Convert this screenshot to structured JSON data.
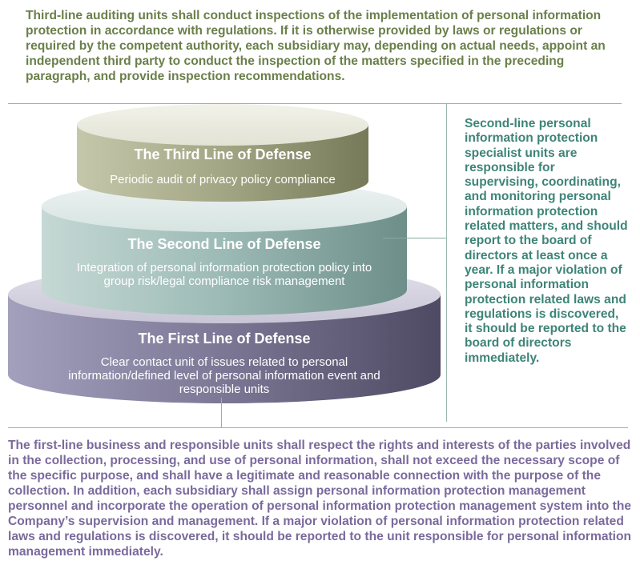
{
  "top_paragraph": "Third-line auditing units shall conduct inspections of the implementation of personal information protection in accordance with regulations. If it is otherwise provided by laws or regulations or required by the competent authority, each subsidiary may, depending on actual needs, appoint an independent third party to conduct the inspection of the matters specified in the preceding paragraph, and provide inspection recommendations.",
  "tiers": {
    "third": {
      "title": "The Third Line of Defense",
      "description": "Periodic audit of privacy policy compliance",
      "color": "#a3a684"
    },
    "second": {
      "title": "The Second Line of Defense",
      "description": "Integration of personal information protection policy into group risk/legal compliance risk management",
      "color": "#9cbab5"
    },
    "first": {
      "title": "The First Line of Defense",
      "description": "Clear contact unit of issues related to personal information/defined level of personal information event and responsible units",
      "color": "#8e8aab"
    }
  },
  "right_paragraph": "Second-line personal information protection specialist units are responsible for supervising, coordinating, and monitoring personal information protection related matters, and should report to the board of directors at least once a year. If a major violation of personal information protection related laws and regulations is discovered, it should be reported to the board of directors immediately.",
  "bottom_paragraph": "The first-line business and responsible units shall respect the rights and interests of the parties involved in the collection, processing, and use of personal information, shall not exceed the necessary scope of the specific purpose, and shall have a legitimate and reasonable connection with the purpose of the collection. In addition, each subsidiary shall assign personal information protection management personnel and incorporate the operation of personal information protection management system into the Company’s supervision and management. If a major violation of personal information protection related laws and regulations is discovered, it should be reported to the unit responsible for personal information management immediately.",
  "colors": {
    "third_line_text": "#6a7f4a",
    "second_line_text": "#3e8478",
    "first_line_text": "#7a6a9c"
  }
}
